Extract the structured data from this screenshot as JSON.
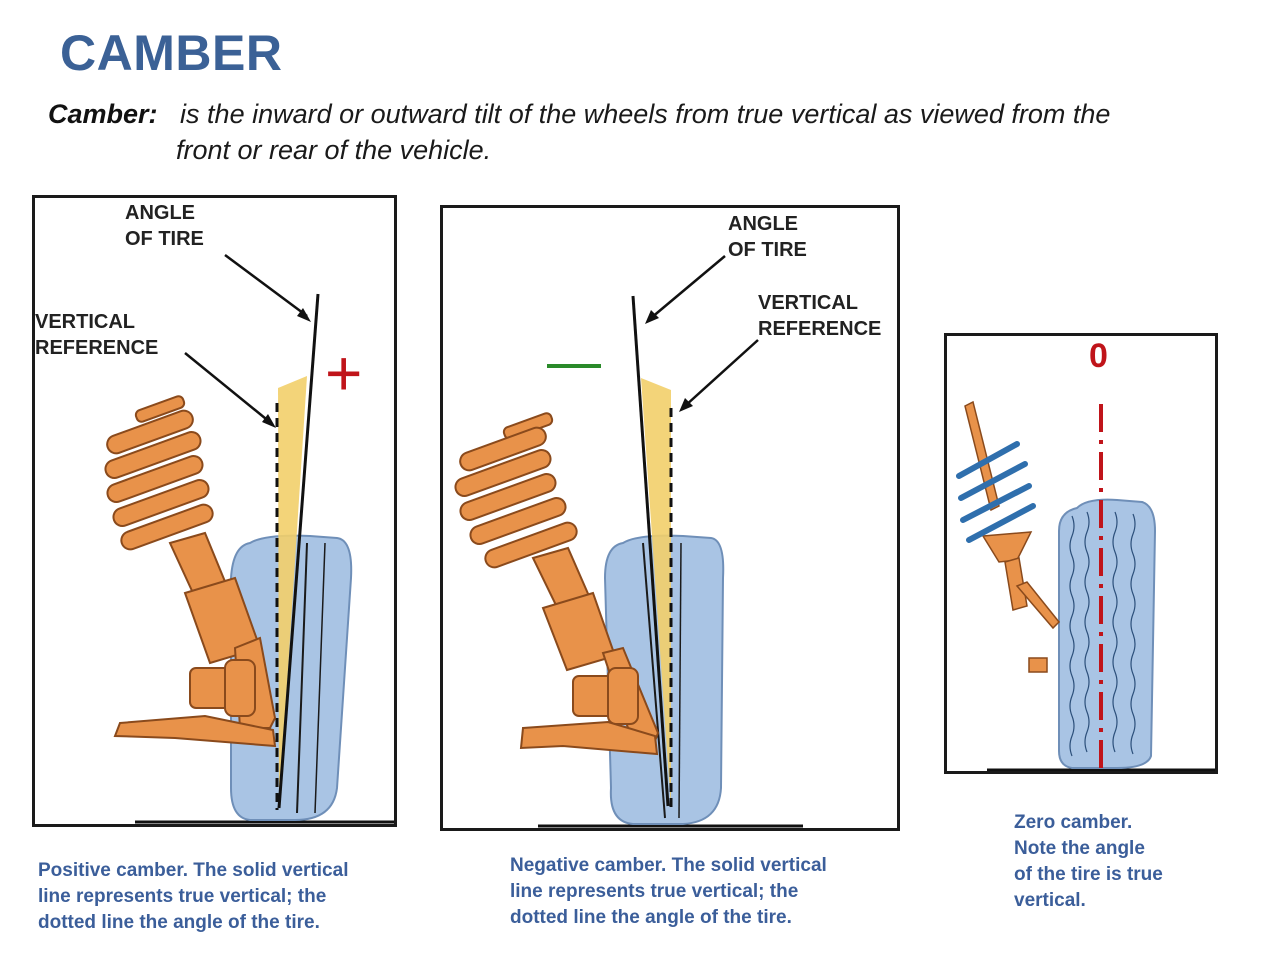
{
  "title": "CAMBER",
  "definition": {
    "term": "Camber:",
    "line1": "is the inward or outward tilt of the wheels from true vertical as viewed from the",
    "line2": "front or rear of the vehicle."
  },
  "panels": [
    {
      "id": "positive",
      "angle_label": [
        "ANGLE",
        "OF TIRE"
      ],
      "reference_label": [
        "VERTICAL",
        "REFERENCE"
      ],
      "sign": "+",
      "caption": [
        "Positive camber. The solid vertical",
        "line represents true vertical; the",
        "dotted line the angle of the tire."
      ]
    },
    {
      "id": "negative",
      "angle_label": [
        "ANGLE",
        "OF TIRE"
      ],
      "reference_label": [
        "VERTICAL",
        "REFERENCE"
      ],
      "sign": "–",
      "caption": [
        "Negative camber. The solid vertical",
        "line represents true vertical; the",
        "dotted line the angle of the tire."
      ]
    },
    {
      "id": "zero",
      "sign": "0",
      "caption": [
        "Zero camber.",
        "Note the angle",
        "of the tire is true",
        "vertical."
      ]
    }
  ],
  "colors": {
    "title": "#3b6196",
    "caption": "#3b5e9a",
    "tire": "#a9c4e4",
    "suspension": "#e8924a",
    "wedge": "#f2cf6a",
    "plus": "#c0141a",
    "minus": "#2a8a2a",
    "zero": "#c0141a",
    "spring_blue": "#2f6fad"
  }
}
